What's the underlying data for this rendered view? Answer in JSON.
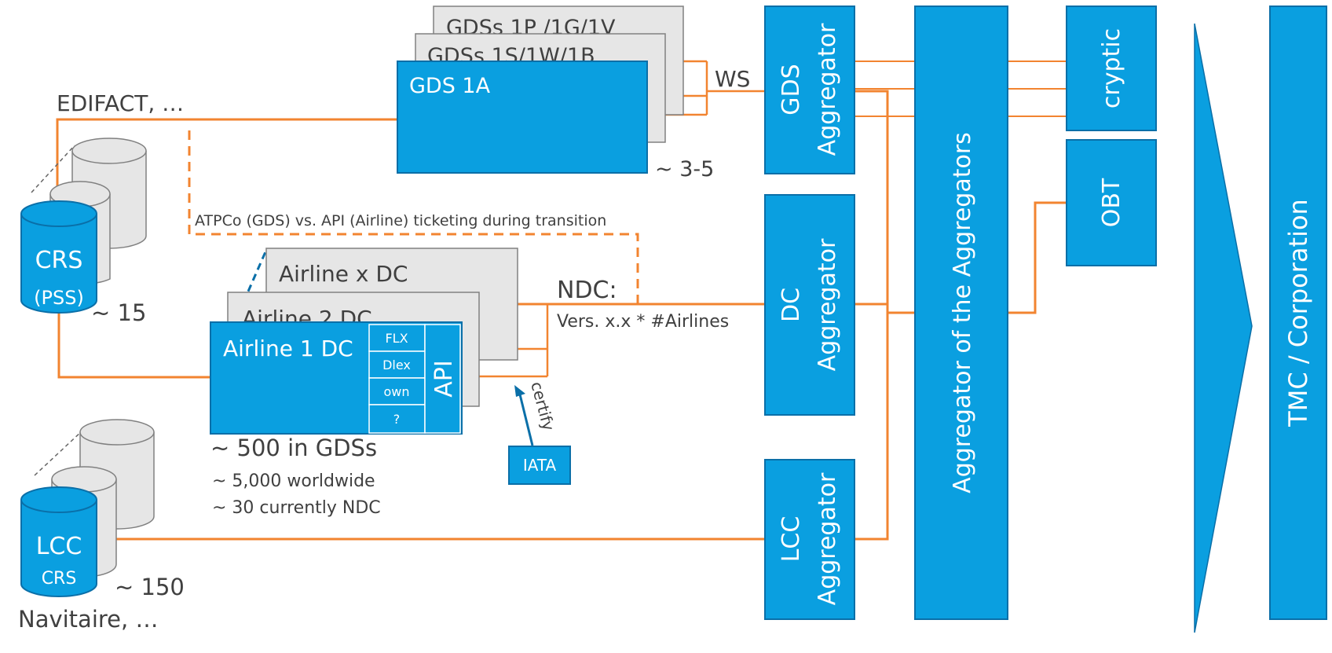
{
  "colors": {
    "blue": "#0a9fe0",
    "blue_border": "#0a6fa8",
    "orange": "#f28430",
    "grey_box": "#e6e6e6",
    "grey_border": "#808080",
    "text_dark": "#404040",
    "white": "#ffffff"
  },
  "gds": {
    "stack_back": "GDSs 1P /1G/1V",
    "stack_mid": "GDSs 1S/1W/1B",
    "front": "GDS 1A",
    "count": "~ 3-5",
    "protocol": "WS"
  },
  "edifact_label": "EDIFACT, …",
  "transition_label": "ATPCo (GDS) vs. API (Airline) ticketing during transition",
  "crs": {
    "name": "CRS",
    "sub": "(PSS)",
    "count": "~ 15"
  },
  "airlines": {
    "back": "Airline x DC",
    "mid": "Airline 2 DC",
    "front": "Airline 1 DC",
    "options": [
      "FLX",
      "Dlex",
      "own",
      "?"
    ],
    "api": "API",
    "stats": [
      "~ 500 in GDSs",
      "~ 5,000 worldwide",
      "~ 30 currently NDC"
    ]
  },
  "ndc": {
    "title": "NDC:",
    "sub": "Vers. x.x * #Airlines"
  },
  "iata": {
    "label": "IATA",
    "certify": "certify"
  },
  "lcc": {
    "name": "LCC",
    "sub": "CRS",
    "count": "~ 150",
    "vendor": "Navitaire, …"
  },
  "aggregators": {
    "gds": [
      "GDS",
      "Aggregator"
    ],
    "dc": [
      "DC",
      "Aggregator"
    ],
    "lcc": [
      "LCC",
      "Aggregator"
    ],
    "meta": "Aggregator of the Aggregators"
  },
  "channels": {
    "cryptic": "cryptic",
    "obt": "OBT"
  },
  "tmc": "TMC / Corporation"
}
